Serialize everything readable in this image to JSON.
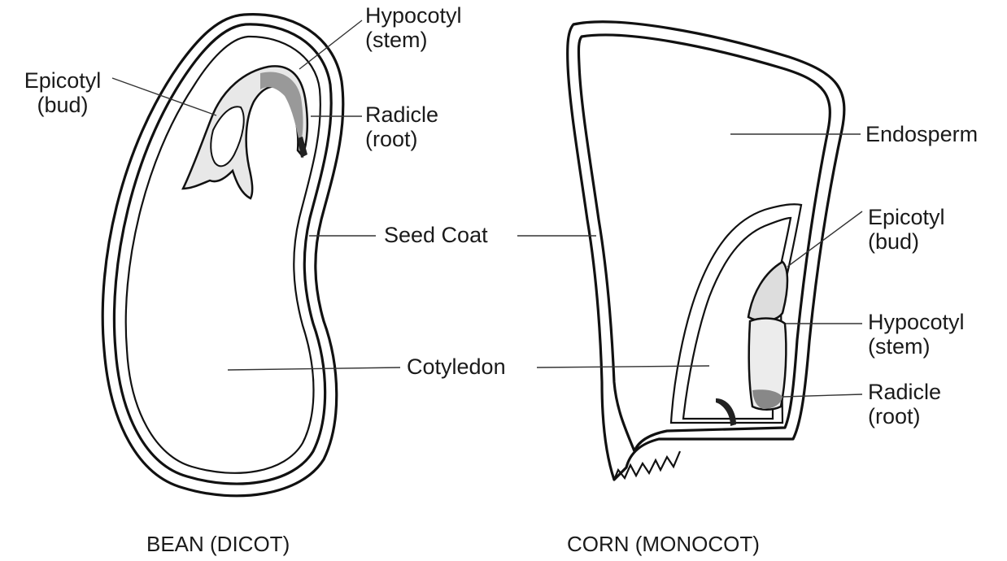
{
  "labels": {
    "bean_hypocotyl": "Hypocotyl",
    "bean_hypocotyl_sub": "(stem)",
    "bean_epicotyl": "Epicotyl",
    "bean_epicotyl_sub": "(bud)",
    "bean_radicle": "Radicle",
    "bean_radicle_sub": "(root)",
    "seed_coat": "Seed Coat",
    "cotyledon": "Cotyledon",
    "endosperm": "Endosperm",
    "corn_epicotyl": "Epicotyl",
    "corn_epicotyl_sub": "(bud)",
    "corn_hypocotyl": "Hypocotyl",
    "corn_hypocotyl_sub": "(stem)",
    "corn_radicle": "Radicle",
    "corn_radicle_sub": "(root)"
  },
  "captions": {
    "bean": "BEAN (DICOT)",
    "corn": "CORN (MONOCOT)"
  }
}
